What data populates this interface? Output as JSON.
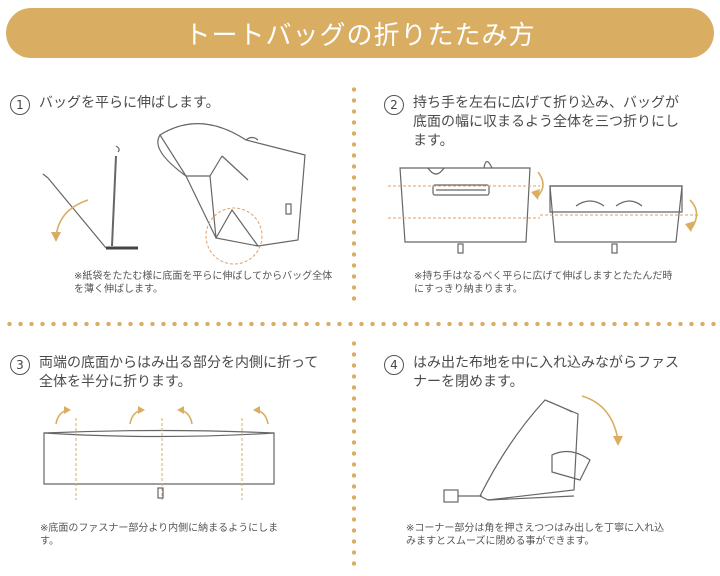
{
  "title": "トートバッグの折りたたみ方",
  "colors": {
    "accent": "#d9ae63",
    "line": "#666666",
    "text": "#4a4a4a"
  },
  "steps": [
    {
      "number": "1",
      "text": "バッグを平らに伸ばします。",
      "note": "※紙袋をたたむ様に底面を平らに伸ばしてからバッグ全体を薄く伸ばします。"
    },
    {
      "number": "2",
      "text": "持ち手を左右に広げて折り込み、バッグが底面の幅に収まるよう全体を三つ折りにします。",
      "note": "※持ち手はなるべく平らに広げて伸ばしますとたたんだ時にすっきり納まります。"
    },
    {
      "number": "3",
      "text": "両端の底面からはみ出る部分を内側に折って全体を半分に折ります。",
      "note": "※底面のファスナー部分より内側に納まるようにします。"
    },
    {
      "number": "4",
      "text": "はみ出た布地を中に入れ込みながらファスナーを閉めます。",
      "note": "※コーナー部分は角を押さえつつはみ出しを丁寧に入れ込みますとスムーズに閉める事ができます。"
    }
  ]
}
